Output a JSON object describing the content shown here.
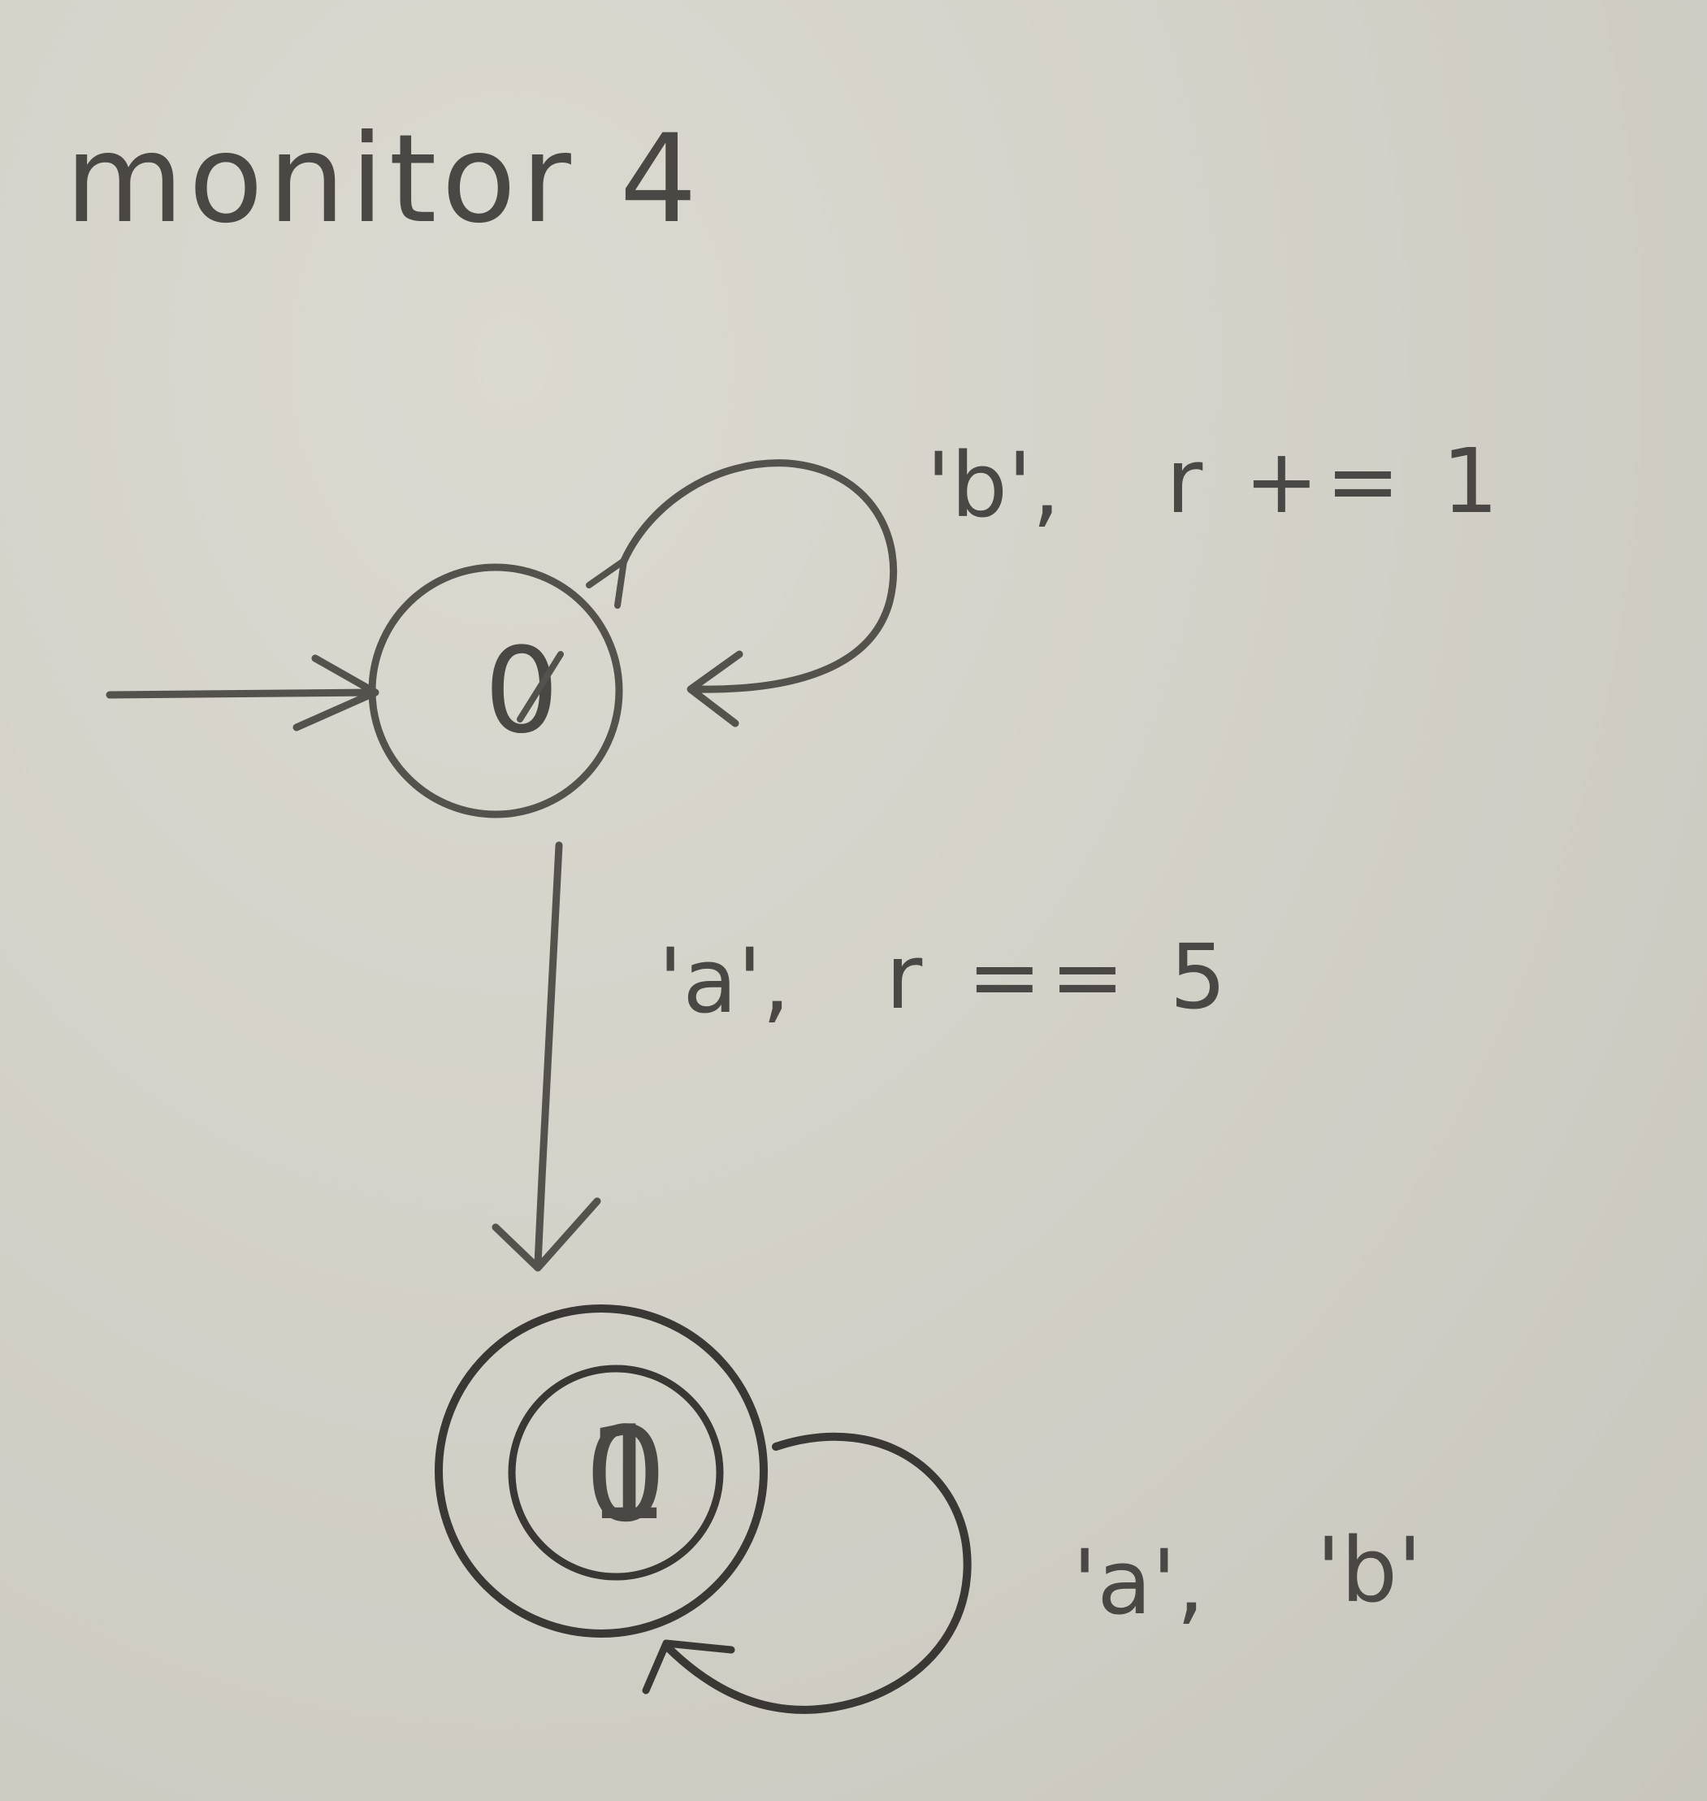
{
  "title": "monitor 4",
  "states": [
    {
      "id": "s0",
      "label": "0",
      "initial": true,
      "accepting": false
    },
    {
      "id": "s1",
      "label": "1",
      "initial": false,
      "accepting": true
    }
  ],
  "transitions": [
    {
      "from": "s0",
      "to": "s0",
      "label_symbol": "'b',",
      "label_action": "r += 1"
    },
    {
      "from": "s0",
      "to": "s1",
      "label_symbol": "'a',",
      "label_action": "r == 5"
    },
    {
      "from": "s1",
      "to": "s1",
      "label_symbol": "'a',",
      "label_action": "'b'"
    }
  ],
  "colors": {
    "paper": "#d3d0c8",
    "ink": "#3a3735"
  }
}
